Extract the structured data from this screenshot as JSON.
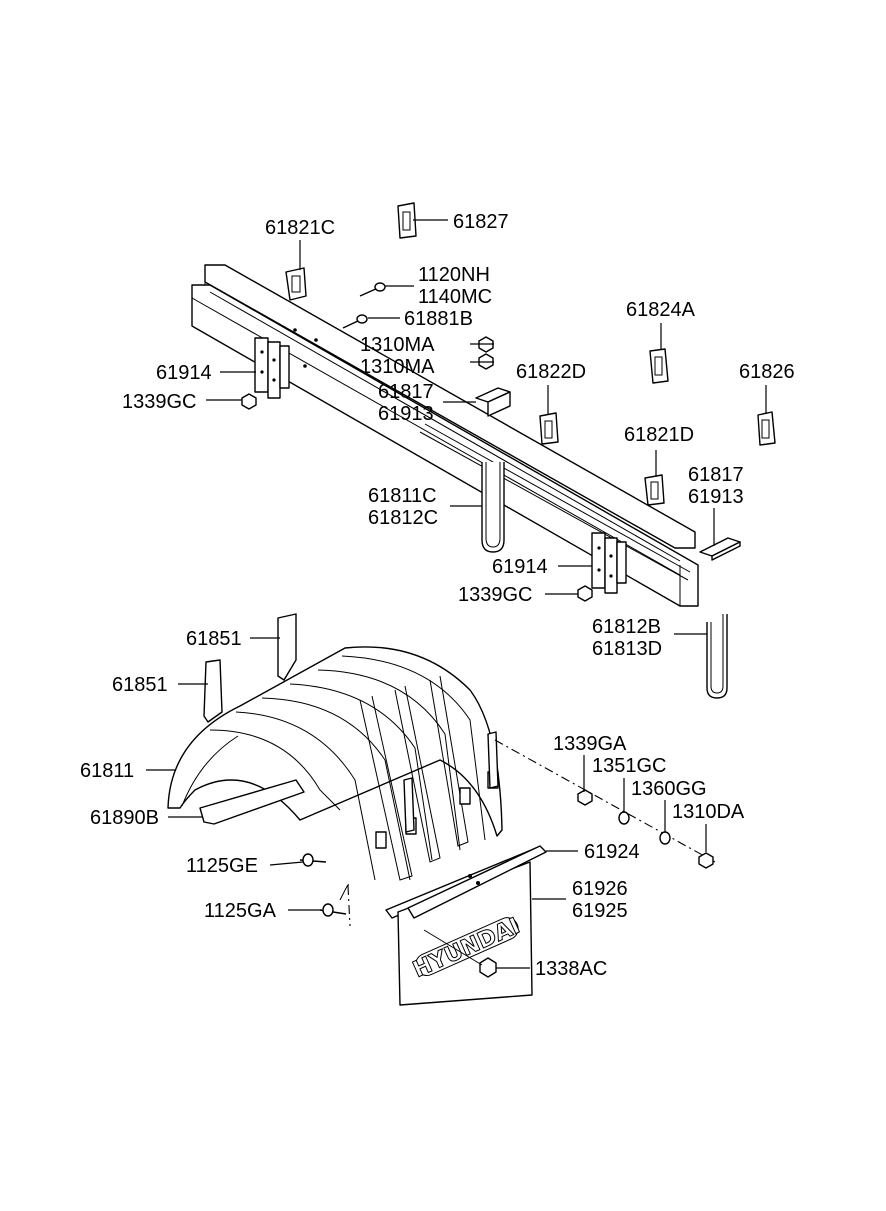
{
  "labels": {
    "l61821C_top": "61821C",
    "l61827": "61827",
    "l1120NH": "1120NH",
    "l1140MC": "1140MC",
    "l61881B": "61881B",
    "l61824A": "61824A",
    "l1310MA_a": "1310MA",
    "l1310MA_b": "1310MA",
    "l61914_left": "61914",
    "l61822D": "61822D",
    "l61826": "61826",
    "l1339GC_left": "1339GC",
    "l61817_mid": "61817",
    "l61913_mid": "61913",
    "l61821D": "61821D",
    "l61817_right": "61817",
    "l61913_right": "61913",
    "l61811C": "61811C",
    "l61812C": "61812C",
    "l61914_right": "61914",
    "l1339GC_right": "1339GC",
    "l61812B": "61812B",
    "l61813D": "61813D",
    "l61851_top": "61851",
    "l61851_left": "61851",
    "l61811": "61811",
    "l1339GA": "1339GA",
    "l1351GC": "1351GC",
    "l1360GG": "1360GG",
    "l1310DA": "1310DA",
    "l61890B": "61890B",
    "l61924": "61924",
    "l1125GE": "1125GE",
    "l61926": "61926",
    "l61925": "61925",
    "l1125GA": "1125GA",
    "l1338AC": "1338AC"
  },
  "mudflap_logo": "HYUNDAI"
}
